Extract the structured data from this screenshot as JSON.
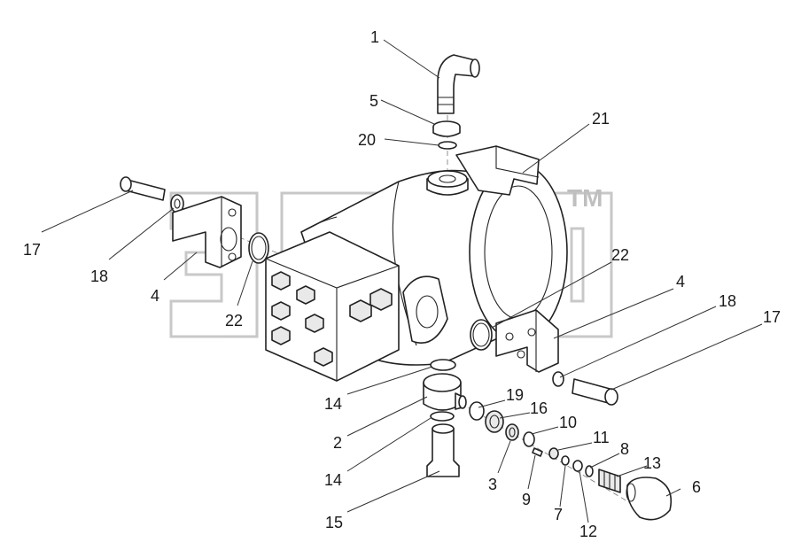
{
  "watermark": {
    "tm": "TM"
  },
  "callouts": [
    {
      "id": "c-1",
      "label": "1"
    },
    {
      "id": "c-5",
      "label": "5"
    },
    {
      "id": "c-20",
      "label": "20"
    },
    {
      "id": "c-21",
      "label": "21"
    },
    {
      "id": "c-17-left",
      "label": "17"
    },
    {
      "id": "c-18-left",
      "label": "18"
    },
    {
      "id": "c-4-left",
      "label": "4"
    },
    {
      "id": "c-22-left",
      "label": "22"
    },
    {
      "id": "c-22-right",
      "label": "22"
    },
    {
      "id": "c-4-right",
      "label": "4"
    },
    {
      "id": "c-18-right",
      "label": "18"
    },
    {
      "id": "c-17-right",
      "label": "17"
    },
    {
      "id": "c-14-top",
      "label": "14"
    },
    {
      "id": "c-19",
      "label": "19"
    },
    {
      "id": "c-16",
      "label": "16"
    },
    {
      "id": "c-10",
      "label": "10"
    },
    {
      "id": "c-2",
      "label": "2"
    },
    {
      "id": "c-11",
      "label": "11"
    },
    {
      "id": "c-8",
      "label": "8"
    },
    {
      "id": "c-13",
      "label": "13"
    },
    {
      "id": "c-6",
      "label": "6"
    },
    {
      "id": "c-14-bottom",
      "label": "14"
    },
    {
      "id": "c-3",
      "label": "3"
    },
    {
      "id": "c-9",
      "label": "9"
    },
    {
      "id": "c-7",
      "label": "7"
    },
    {
      "id": "c-12",
      "label": "12"
    },
    {
      "id": "c-15",
      "label": "15"
    }
  ]
}
